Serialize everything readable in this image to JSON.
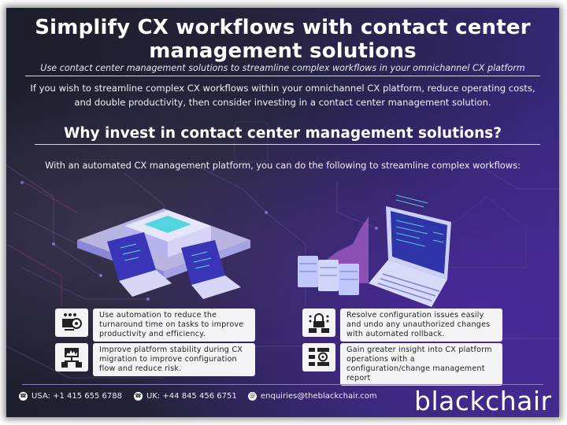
{
  "header": {
    "title_line1": "Simplify CX workflows with contact center",
    "title_line2": "management solutions",
    "subtitle": "Use contact center management solutions to streamline complex workflows in your omnichannel CX platform"
  },
  "intro": {
    "text": "If you wish to streamline complex CX workflows within your omnichannel CX platform, reduce operating costs, and double productivity, then consider investing in a contact center management solution."
  },
  "section": {
    "heading": "Why invest in contact center management solutions?",
    "lead": "With an automated CX management platform, you can do the following to streamline complex workflows:"
  },
  "illustration": {
    "left": "server-with-laptops-illustration",
    "right": "laptop-with-servers-chart-illustration"
  },
  "features": [
    {
      "icon": "automation-gears-icon",
      "text": "Use automation to reduce the turnaround time on tasks to improve productivity and efficiency."
    },
    {
      "icon": "configuration-lock-network-icon",
      "text": "Resolve configuration issues easily and undo any unauthorized changes with automated rollback."
    },
    {
      "icon": "monitor-network-chart-icon",
      "text": "Improve platform stability during CX migration to improve configuration flow and reduce risk."
    },
    {
      "icon": "server-report-gear-icon",
      "text": "Gain greater insight into CX platform operations with a configuration/change management report"
    }
  ],
  "footer": {
    "usa": "USA: +1 415 655 6788",
    "uk": "UK: +44 845 456 6751",
    "email": "enquiries@theblackchair.com",
    "logo": "blackchair"
  },
  "colors": {
    "background_dark": "#1c1d2a",
    "background_purple": "#3a2a86",
    "card_box": "#f4f4f6",
    "text": "#ffffff"
  }
}
